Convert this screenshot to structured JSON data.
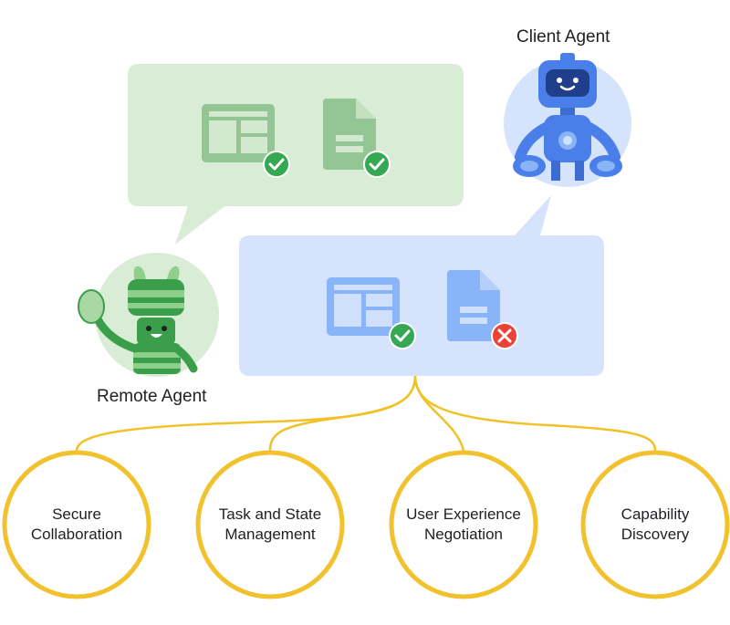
{
  "agents": {
    "client": {
      "label": "Client Agent"
    },
    "remote": {
      "label": "Remote Agent"
    }
  },
  "remote_bubble": {
    "items": [
      {
        "icon": "layout-card-icon",
        "status": "check"
      },
      {
        "icon": "document-icon",
        "status": "check"
      }
    ]
  },
  "client_bubble": {
    "items": [
      {
        "icon": "layout-card-icon",
        "status": "check"
      },
      {
        "icon": "document-icon",
        "status": "cross"
      }
    ]
  },
  "capabilities": [
    {
      "line1": "Secure",
      "line2": "Collaboration"
    },
    {
      "line1": "Task and State",
      "line2": "Management"
    },
    {
      "line1": "User Experience",
      "line2": "Negotiation"
    },
    {
      "line1": "Capability",
      "line2": "Discovery"
    }
  ],
  "colors": {
    "green_bubble": "#d9ecd6",
    "blue_bubble": "#d6e3fc",
    "green_icon": "#90c791",
    "blue_icon": "#8ab4f8",
    "check": "#34a853",
    "cross": "#ea4335",
    "connector": "#f0c228",
    "circle_border": "#f2c12e"
  }
}
